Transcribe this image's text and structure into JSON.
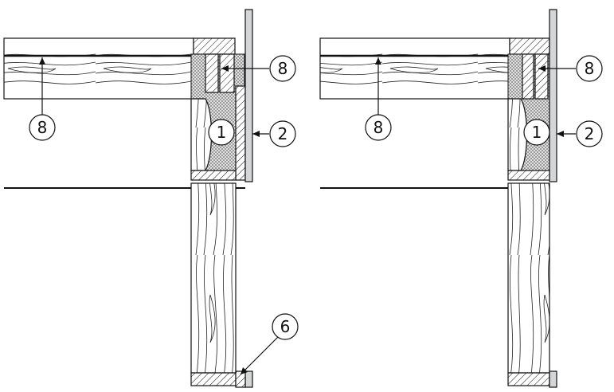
{
  "labels": {
    "left": {
      "fill_material": "1",
      "panel": "2",
      "seal_top": "8",
      "seal_left": "8",
      "bottom_edge": "6"
    },
    "right": {
      "fill_material": "1",
      "panel": "2",
      "seal_top": "8",
      "seal_left": "8"
    }
  }
}
